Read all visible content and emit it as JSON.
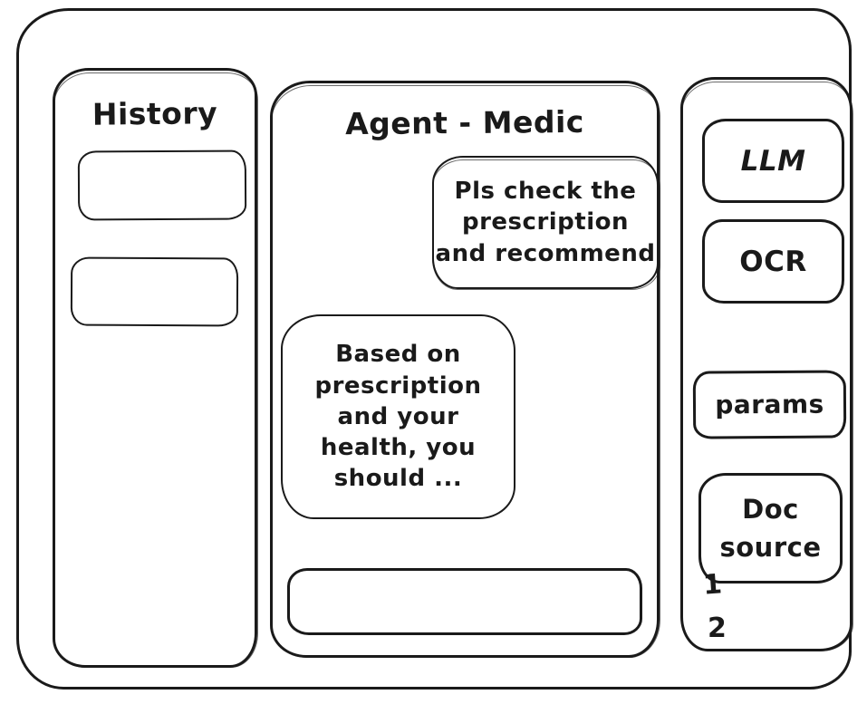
{
  "history_panel": {
    "title": "History"
  },
  "chat_panel": {
    "title": "Agent - Medic",
    "messages": [
      {
        "role": "user",
        "text": "Pls check the\nprescription\nand recommend"
      },
      {
        "role": "assistant",
        "text": "Based on\nprescription\nand your\nhealth, you\nshould ..."
      }
    ],
    "input": {
      "value": ""
    }
  },
  "tools_panel": {
    "llm_label": "LLM",
    "ocr_label": "OCR",
    "params_label": "params",
    "doc_source_label": "Doc\nsource",
    "doc_source_items": [
      "1",
      "2"
    ]
  },
  "colors": {
    "stroke": "#1a1a1a",
    "background": "#ffffff"
  }
}
